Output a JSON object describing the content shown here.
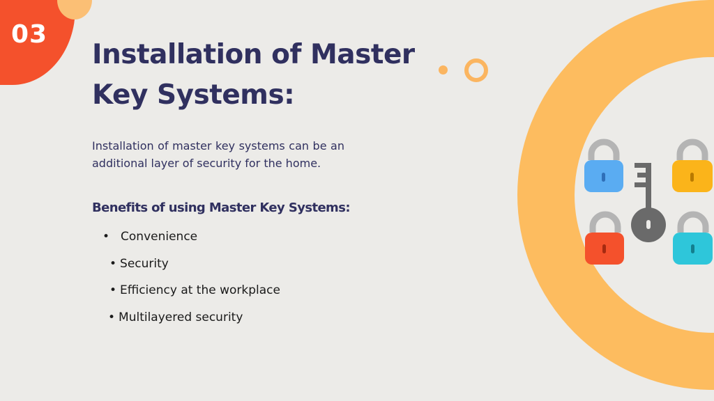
{
  "slide": {
    "number": "03",
    "title": "Installation of Master Key Systems:",
    "description": "Installation of master key systems can be an additional layer of security for the home.",
    "benefits_heading": "Benefits of using Master Key Systems:",
    "benefits": [
      "Convenience",
      "Security",
      "Efficiency at the workplace",
      "Multilayered security"
    ],
    "bullet": "•"
  },
  "colors": {
    "background": "#ecebe8",
    "heading": "#30305f",
    "accent_red": "#f4512c",
    "accent_orange": "#fdbc5f",
    "lock_blue": "#5aacf2",
    "lock_yellow": "#fbb41a",
    "lock_red": "#f4512c",
    "lock_cyan": "#2ec6da",
    "shackle_gray": "#b4b4b4",
    "key_gray": "#6a6a6a"
  },
  "icons": {
    "illustration": [
      "padlock-icon",
      "padlock-icon",
      "padlock-icon",
      "padlock-icon",
      "key-icon"
    ]
  }
}
